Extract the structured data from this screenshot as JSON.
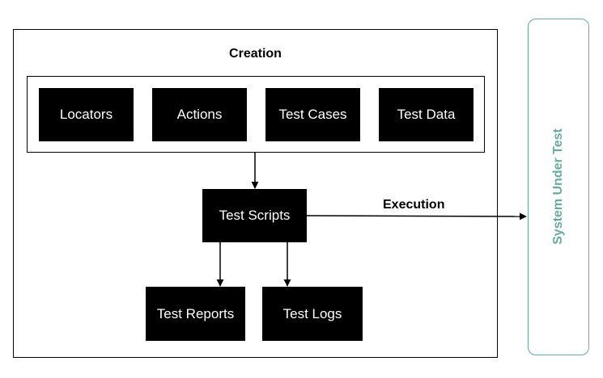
{
  "diagram": {
    "creation_title": "Creation",
    "nodes": {
      "locators": "Locators",
      "actions": "Actions",
      "test_cases": "Test Cases",
      "test_data": "Test Data",
      "test_scripts": "Test Scripts",
      "test_reports": "Test Reports",
      "test_logs": "Test Logs"
    },
    "system_under_test": "System Under Test",
    "execution_label": "Execution",
    "edges": [
      {
        "from": "Creation (Locators, Actions, Test Cases, Test Data)",
        "to": "Test Scripts"
      },
      {
        "from": "Test Scripts",
        "to": "Test Reports"
      },
      {
        "from": "Test Scripts",
        "to": "Test Logs"
      },
      {
        "from": "Test Scripts",
        "to": "System Under Test",
        "label": "Execution"
      }
    ],
    "colors": {
      "node_fill": "#000000",
      "node_text": "#ffffff",
      "frame_stroke": "#000000",
      "sut_accent": "#67AB9F"
    }
  }
}
